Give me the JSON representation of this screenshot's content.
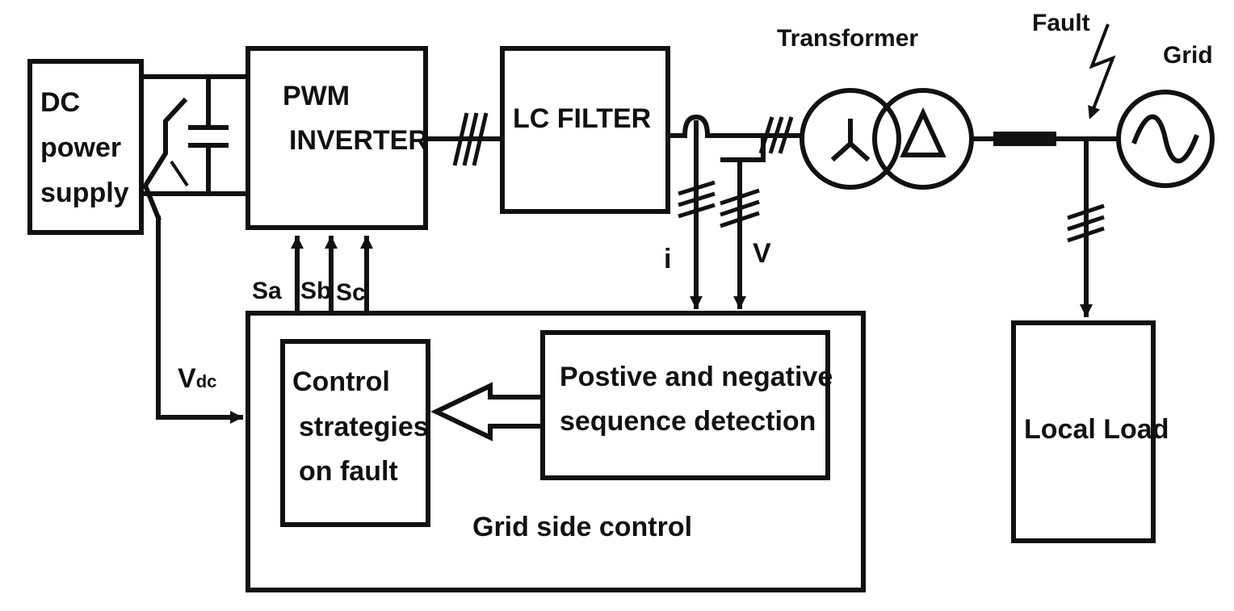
{
  "blocks": {
    "dc_supply": [
      "DC",
      "power",
      "supply"
    ],
    "inverter": [
      "PWM",
      "INVERTER"
    ],
    "lc_filter": "LC FILTER",
    "control": [
      "Control",
      "strategies",
      "on fault"
    ],
    "detection": [
      "Postive and negative",
      "sequence detection"
    ],
    "grid_side": "Grid side control",
    "local_load": "Local Load"
  },
  "labels": {
    "transformer": "Transformer",
    "fault": "Fault",
    "grid": "Grid",
    "sa": "Sa",
    "sb": "Sb",
    "sc": "Sc",
    "i": "i",
    "v": "V",
    "vdc_main": "V",
    "vdc_sub": "dc"
  },
  "colors": {
    "ink": "#111111",
    "background": "#ffffff"
  }
}
